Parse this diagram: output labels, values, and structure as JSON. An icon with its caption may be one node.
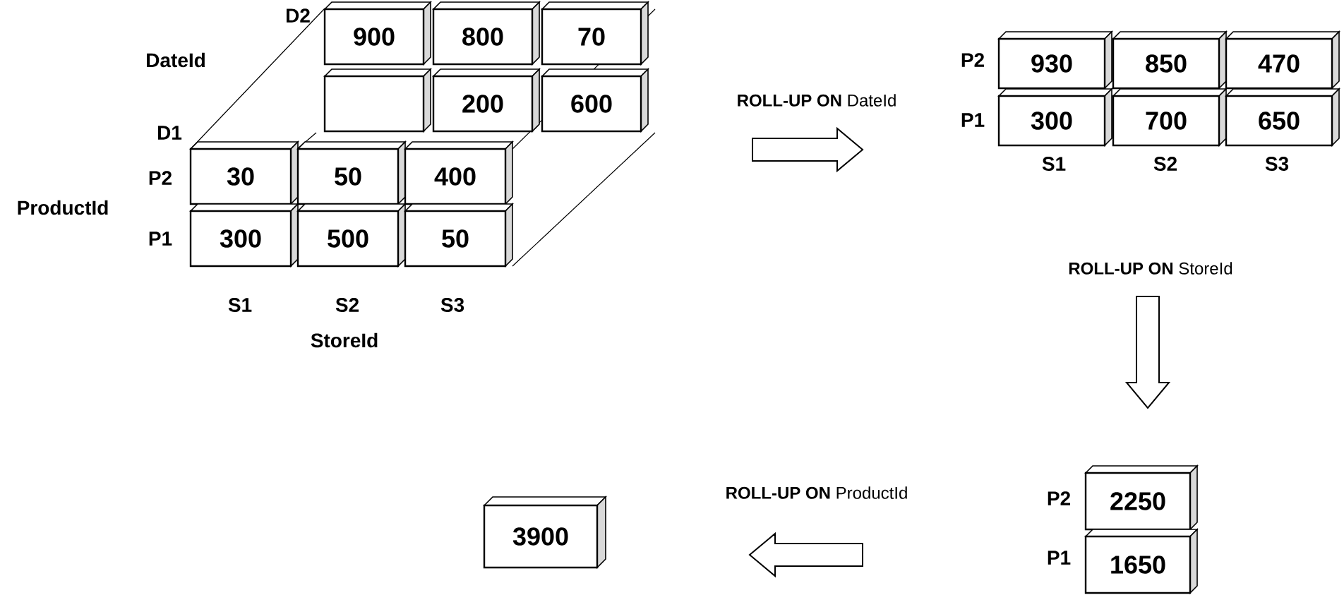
{
  "diagram": {
    "nodes": [
      {
        "text": [
          "900"
        ]
      },
      {
        "text": [
          "800"
        ]
      },
      {
        "text": [
          "70"
        ]
      },
      {
        "text": [],
        "shape": "box"
      },
      {
        "text": [
          "200"
        ]
      },
      {
        "text": [
          "600"
        ]
      },
      {
        "text": [
          "30"
        ]
      },
      {
        "text": [
          "50"
        ]
      },
      {
        "text": [
          "400"
        ]
      },
      {
        "text": [
          "300"
        ]
      },
      {
        "text": [
          "500"
        ]
      },
      {
        "text": [
          "50"
        ]
      },
      {
        "text": [
          "930"
        ]
      },
      {
        "text": [
          "850"
        ]
      },
      {
        "text": [
          "470"
        ]
      },
      {
        "text": [
          "300"
        ]
      },
      {
        "text": [
          "700"
        ]
      },
      {
        "text": [
          "650"
        ]
      },
      {
        "text": [
          "2250"
        ]
      },
      {
        "text": [
          "1650"
        ]
      },
      {
        "text": [
          "3900"
        ]
      }
    ],
    "labels": [
      "D2",
      "DateId",
      "D1",
      "P2",
      "ProductId",
      "P1",
      "S1",
      "S2",
      "S3",
      "StoreId",
      "**ROLL-UP ON** DateId",
      "P2",
      "P1",
      "S1",
      "S2",
      "S3",
      "**ROLL-UP ON** StoreId",
      "**ROLL-UP ON** ProductId",
      "P2",
      "P1"
    ]
  }
}
